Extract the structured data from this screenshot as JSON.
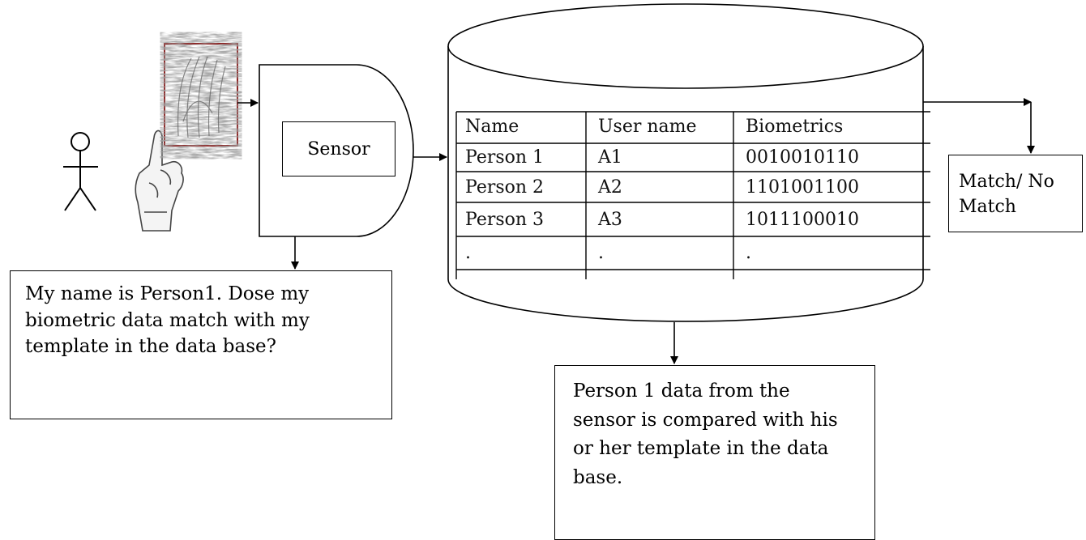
{
  "sensor": {
    "label": "Sensor"
  },
  "query_box": {
    "text": "My name is Person1. Dose my biometric data match with my template in the data base?"
  },
  "comparison_box": {
    "text": "Person 1 data from the sensor is compared with his or her template in the data base."
  },
  "result_box": {
    "text": "Match/ No Match"
  },
  "database": {
    "columns": [
      "Name",
      "User name",
      "Biometrics"
    ],
    "rows": [
      [
        "Person 1",
        "A1",
        "0010010110"
      ],
      [
        "Person 2",
        "A2",
        "1101001100"
      ],
      [
        "Person 3",
        "A3",
        "1011100010"
      ],
      [
        ".",
        ".",
        "."
      ]
    ]
  }
}
